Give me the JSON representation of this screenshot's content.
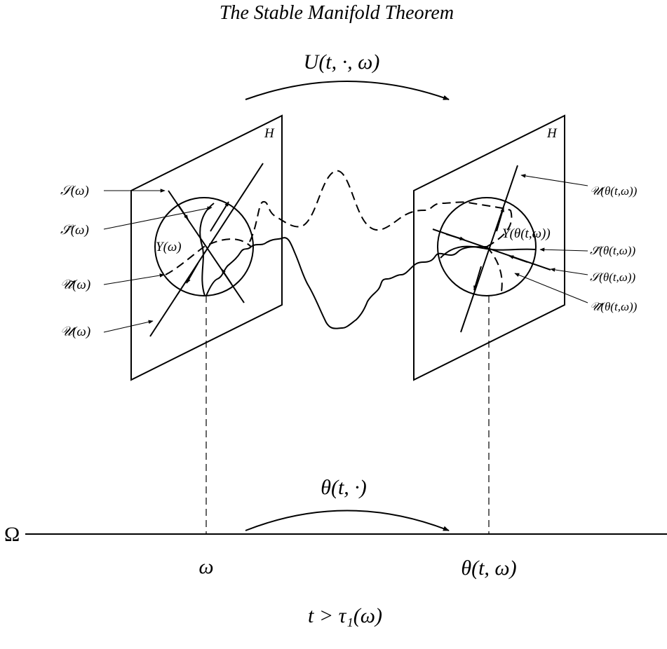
{
  "title": "The Stable Manifold Theorem",
  "top_arrow_label": "U(t, ·, ω)",
  "bottom_arrow_label": "θ(t, ·)",
  "left_panel": {
    "space_label": "H",
    "center_label": "Y(ω)",
    "labels": {
      "stable": "𝒮(ω)",
      "stable_tilde": "𝒮̃(ω)",
      "unstable_tilde": "𝒰̃(ω)",
      "unstable": "𝒰(ω)"
    }
  },
  "right_panel": {
    "space_label": "H",
    "center_label": "Y(θ(t,ω))",
    "labels": {
      "unstable": "𝒰(θ(t,ω))",
      "stable_tilde": "𝒮̃(θ(t,ω))",
      "stable": "𝒮(θ(t,ω))",
      "unstable_tilde": "𝒰̃(θ(t,ω))"
    }
  },
  "axis": {
    "label": "Ω",
    "left_point": "ω",
    "right_point": "θ(t, ω)"
  },
  "condition": "t > τ₁(ω)"
}
